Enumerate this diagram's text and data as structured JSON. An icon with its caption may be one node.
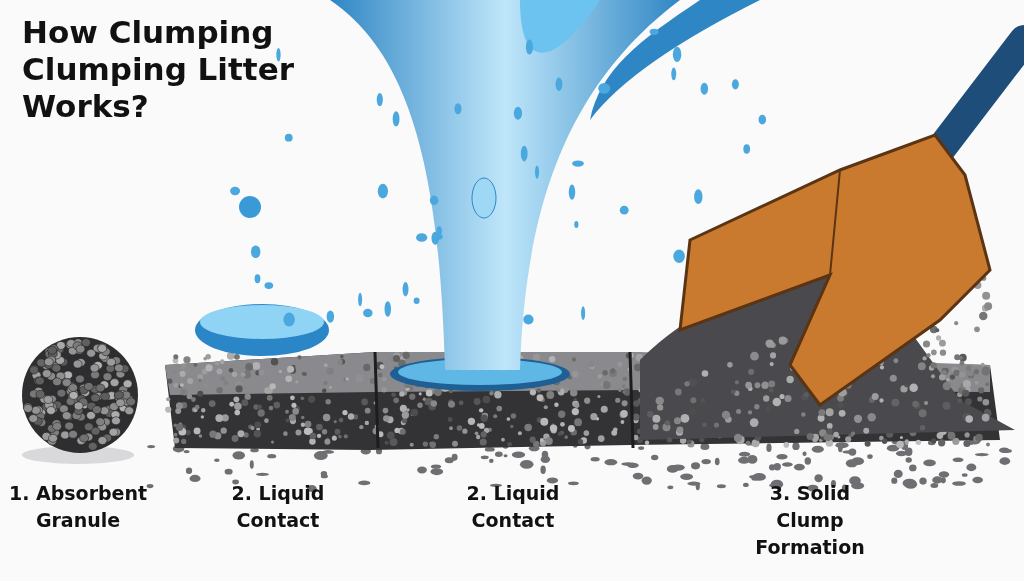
{
  "diagram": {
    "title": "How Clumping Clumping Litter Works?",
    "labels": [
      "1. Absorbent Granule",
      "2. Liquid Contact",
      "2. Liquid Contact",
      "3. Solid Clump Formation"
    ]
  }
}
